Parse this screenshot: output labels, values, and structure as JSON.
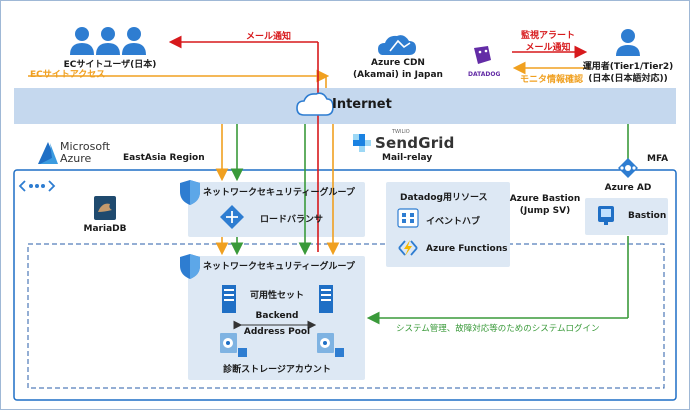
{
  "colors": {
    "red": "#d7191c",
    "orange": "#f0a020",
    "green": "#3a9a3a",
    "azure_blue": "#1f6fc5",
    "internet_band": "#c5d8ee",
    "panel": "#dde8f4"
  },
  "top": {
    "ec_user_label": "ECサイトユーザ(日本)",
    "mail_notify_label": "メール通知",
    "cdn_label_line1": "Azure CDN",
    "cdn_label_line2": "(Akamai) in Japan",
    "ec_access_label": "ECサイトアクセス",
    "alert_line1": "監視アラート",
    "alert_line2": "メール通知",
    "datadog_logo": "DATADOG",
    "monitor_label": "モニタ情報確認",
    "operator_line1": "運用者(Tier1/Tier2)",
    "operator_line2": "(日本(日本語対応))"
  },
  "internet": {
    "label": "Internet"
  },
  "sendgrid": {
    "brand_small": "TWILIO",
    "brand": "SendGrid",
    "caption": "Mail-relay"
  },
  "microsoft": {
    "line1": "Microsoft",
    "line2": "Azure"
  },
  "region": {
    "label": "EastAsia Region"
  },
  "vnet": {
    "mariadb_label": "MariaDB",
    "nsg_top_label": "ネットワークセキュリティーグループ",
    "lb_label": "ロードバランサ",
    "nsg_bottom_label": "ネットワークセキュリティーグループ",
    "availability_set": "可用性セット",
    "backend_line1": "Backend",
    "backend_line2": "Address Pool",
    "storage_label": "診断ストレージアカウント",
    "datadog_res_title": "Datadog用リソース",
    "event_hub_label": "イベントハブ",
    "functions_label": "Azure Functions",
    "bastion_title_line1": "Azure Bastion",
    "bastion_title_line2": "(Jump SV)",
    "bastion_label": "Bastion",
    "azure_ad_label": "Azure AD",
    "mfa_label": "MFA",
    "system_login_label": "システム管理、故障対応等のためのシステムログイン"
  }
}
